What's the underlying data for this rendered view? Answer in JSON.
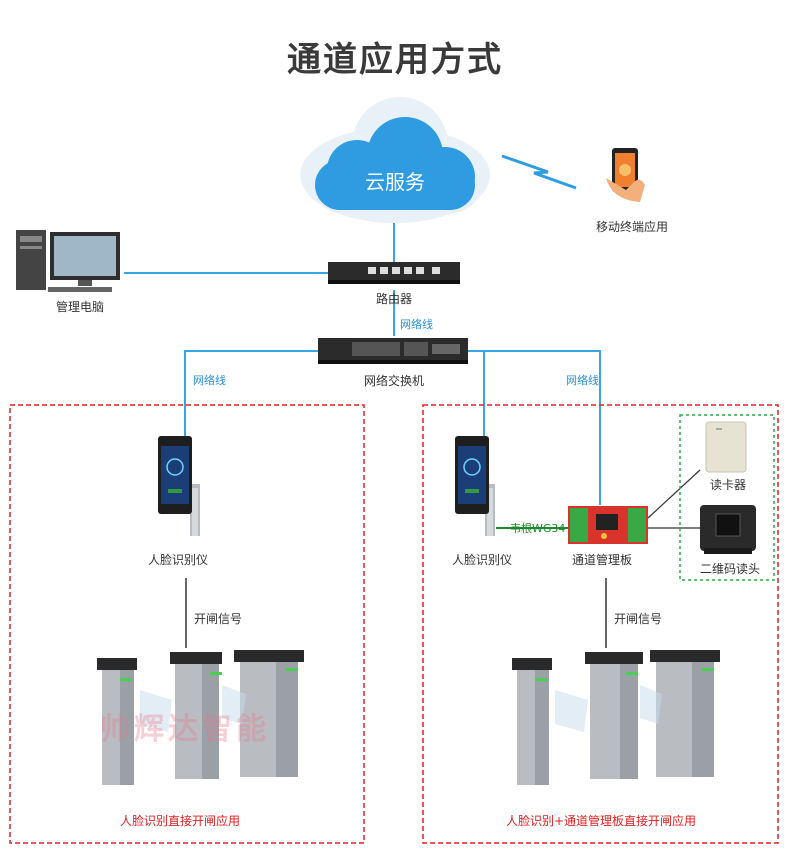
{
  "title": "通道应用方式",
  "cloud": {
    "label": "云服务"
  },
  "mobile": {
    "label": "移动终端应用"
  },
  "pc": {
    "label": "管理电脑"
  },
  "router": {
    "label": "路由器"
  },
  "switch": {
    "label": "网络交换机"
  },
  "links": {
    "router_switch": "网络线",
    "left_net": "网络线",
    "right_net": "网络线",
    "wiegand": "韦根WG34"
  },
  "left_group": {
    "face_device": "人脸识别仪",
    "signal": "开闸信号",
    "caption": "人脸识别直接开闸应用"
  },
  "right_group": {
    "face_device": "人脸识别仪",
    "board": "通道管理板",
    "signal": "开闸信号",
    "caption": "人脸识别+通道管理板直接开闸应用"
  },
  "readers": {
    "card_reader": "读卡器",
    "qr_reader": "二维码读头"
  },
  "watermark": "帅辉达智能",
  "colors": {
    "line": "#38a6e6",
    "red_dash": "#e02020",
    "green_dash": "#2ea84a",
    "cloud": "#2f9be0"
  }
}
